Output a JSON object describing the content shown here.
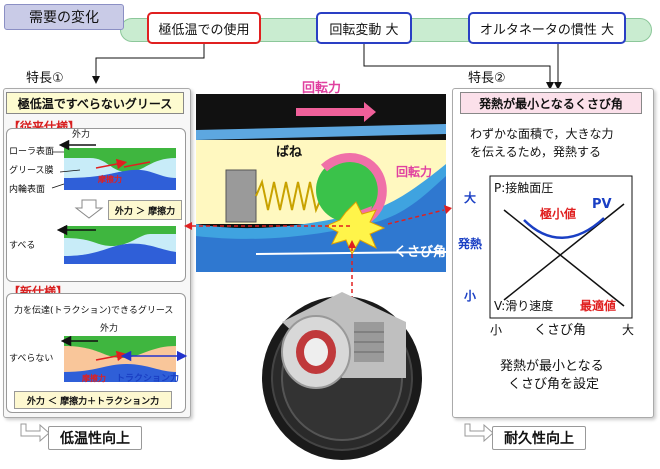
{
  "header": {
    "title": "需要の変化",
    "conditions": [
      "極低温での使用",
      "回転変動 大",
      "オルタネータの慣性 大"
    ]
  },
  "feature1": {
    "label": "特長①",
    "title": "極低温ですべらないグリース",
    "old": {
      "heading": "【従来仕様】",
      "external_force": "外力",
      "roller_surface": "ローラ表面",
      "grease_film": "グリース膜",
      "inner_surface": "内輪表面",
      "friction": "摩擦力",
      "comparison": "外力 ＞ 摩擦力",
      "result": "すべる"
    },
    "new": {
      "heading": "【新仕様】",
      "description": "力を伝達(トラクション)できるグリース",
      "external_force": "外力",
      "result": "すべらない",
      "friction": "摩擦力",
      "traction": "トラクション力",
      "comparison": "外力 ＜ 摩擦力＋トラクション力"
    },
    "conclusion": "低温性向上"
  },
  "mechanism": {
    "rotation_top": "回転力",
    "spring": "ばね",
    "rotation_right": "回転力",
    "wedge_angle": "くさび角"
  },
  "feature2": {
    "label": "特長②",
    "title": "発熱が最小となるくさび角",
    "description_line1": "わずかな面積で，大きな力",
    "description_line2": "を伝えるため，発熱する",
    "graph": {
      "y_high": "大",
      "y_label": "発熱",
      "y_low": "小",
      "x_low": "小",
      "x_label": "くさび角",
      "x_high": "大",
      "p_label": "P:接触面圧",
      "pv_label": "PV",
      "min_label": "極小値",
      "v_label": "V:滑り速度",
      "optimal_label": "最適値"
    },
    "summary_line1": "発熱が最小となる",
    "summary_line2": "くさび角を設定",
    "conclusion": "耐久性向上"
  },
  "colors": {
    "red": "#e02020",
    "blue": "#1a3fc4",
    "green_bar": "#c9ecd0",
    "pink": "#f0609a"
  }
}
